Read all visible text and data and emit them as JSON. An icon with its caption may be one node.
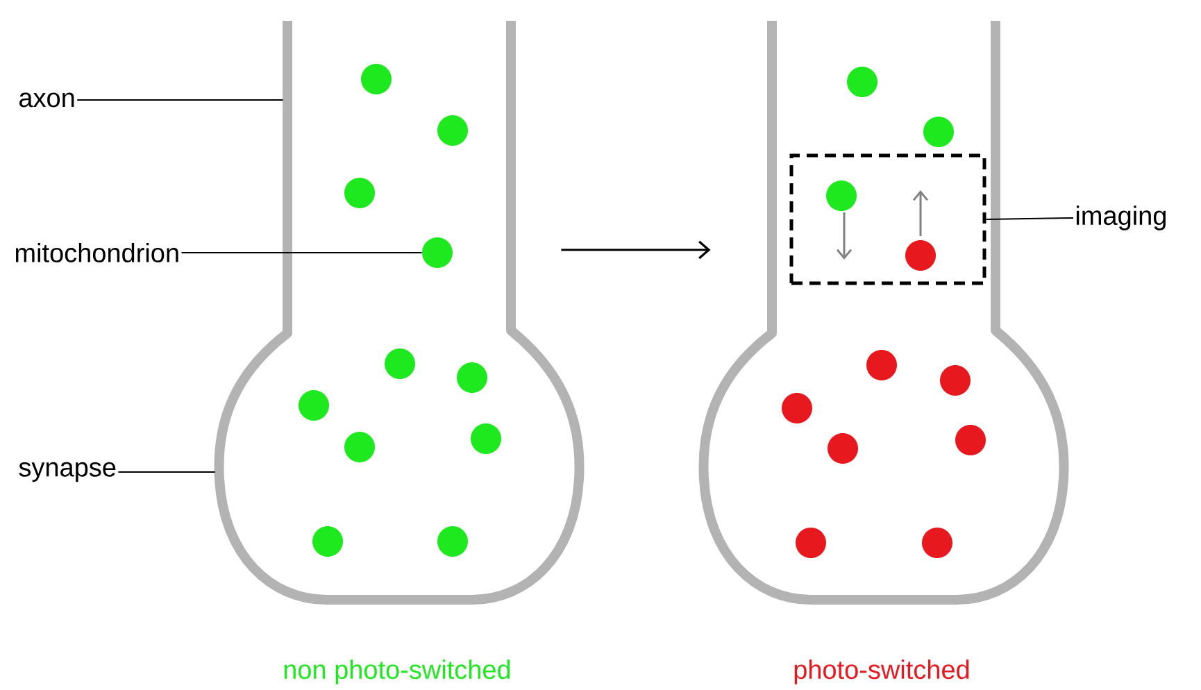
{
  "diagram": {
    "nodes": [
      {
        "text": [
          "axon"
        ]
      },
      {
        "text": [
          "mitochondrion"
        ]
      },
      {
        "text": [
          "synapse"
        ]
      },
      {
        "text": [],
        "shape": "picture",
        "beside": [
          "non photo-switched"
        ]
      },
      {
        "text": [],
        "shape": "circle",
        "in": 3
      },
      {
        "text": [],
        "shape": "picture",
        "beside": [
          "photo-switched"
        ]
      },
      {
        "text": [],
        "shape": "box",
        "in": 5
      },
      {
        "text": [
          "imaging"
        ]
      }
    ],
    "edges": [
      {
        "from": 0,
        "to": 3,
        "arrow": "none"
      },
      {
        "from": 1,
        "to": 4,
        "arrow": "none"
      },
      {
        "from": 2,
        "to": 3,
        "arrow": "none"
      },
      {
        "from": 3,
        "to": 5,
        "arrow": "to"
      },
      {
        "from": 7,
        "to": 6,
        "arrow": "none"
      }
    ]
  }
}
